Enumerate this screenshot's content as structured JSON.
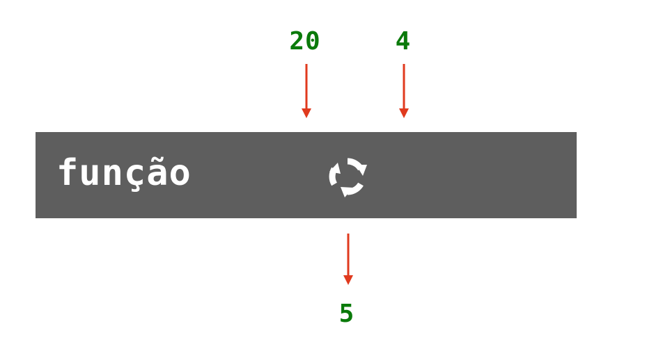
{
  "labels": {
    "top_left": "20",
    "top_right": "4",
    "bottom": "5"
  },
  "bar": {
    "text": "função",
    "icon": "refresh-cycle-icon"
  },
  "colors": {
    "number": "#0a7a0a",
    "arrow": "#e03a1e",
    "bar_background": "#5e5e5e",
    "bar_text": "#ffffff"
  }
}
